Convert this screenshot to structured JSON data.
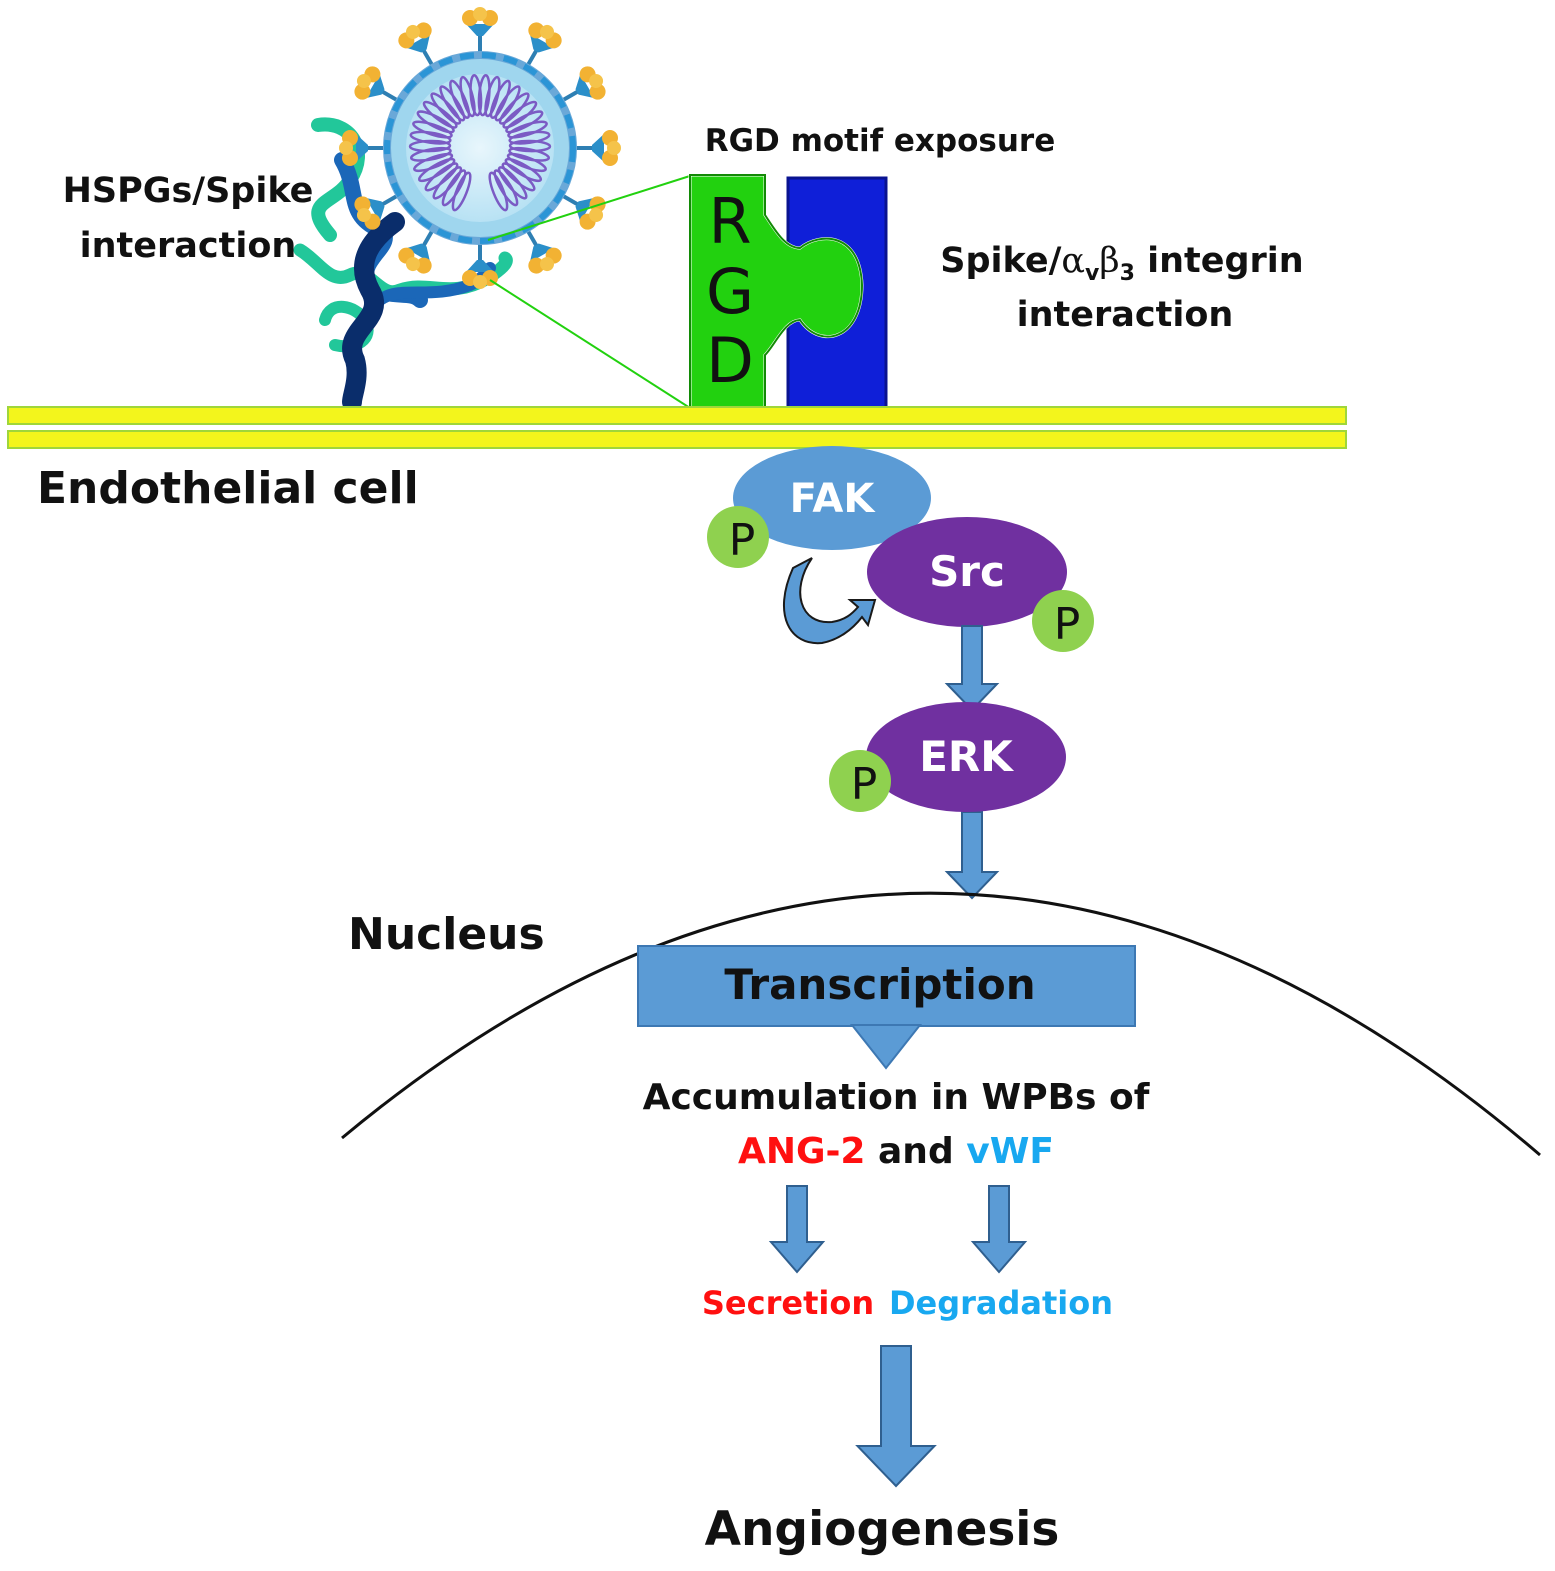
{
  "labels": {
    "rgd_motif": "RGD motif exposure",
    "hspg_line1": "HSPGs/Spike",
    "hspg_line2": "interaction",
    "integrin_prefix": "Spike/",
    "integrin_alpha": "α",
    "integrin_alpha_sub": "v",
    "integrin_beta": "β",
    "integrin_beta_sub": "3",
    "integrin_suffix": " integrin",
    "integrin_line2": "interaction",
    "endothelial": "Endothelial cell",
    "nucleus": "Nucleus",
    "accumulation": "Accumulation in WPBs of",
    "ang2": "ANG-2",
    "and": " and ",
    "vwf": "vWF",
    "secretion": "Secretion",
    "degradation": "Degradation",
    "angiogenesis": "Angiogenesis"
  },
  "rgd_letters": [
    "R",
    "G",
    "D"
  ],
  "nodes": {
    "fak": "FAK",
    "src": "Src",
    "erk": "ERK",
    "transcription": "Transcription",
    "phospho": "P"
  },
  "colors": {
    "membrane": "#f3f51c",
    "membrane_border": "#9fd63a",
    "fak": "#5b9bd5",
    "kinase": "#7030a0",
    "phospho": "#8fd14f",
    "arrow": "#5b9bd5",
    "rgd_green": "#22d10f",
    "integrin_blue": "#0f1fd8",
    "ang2_red": "#ff1010",
    "vwf_blue": "#18a8f0"
  }
}
